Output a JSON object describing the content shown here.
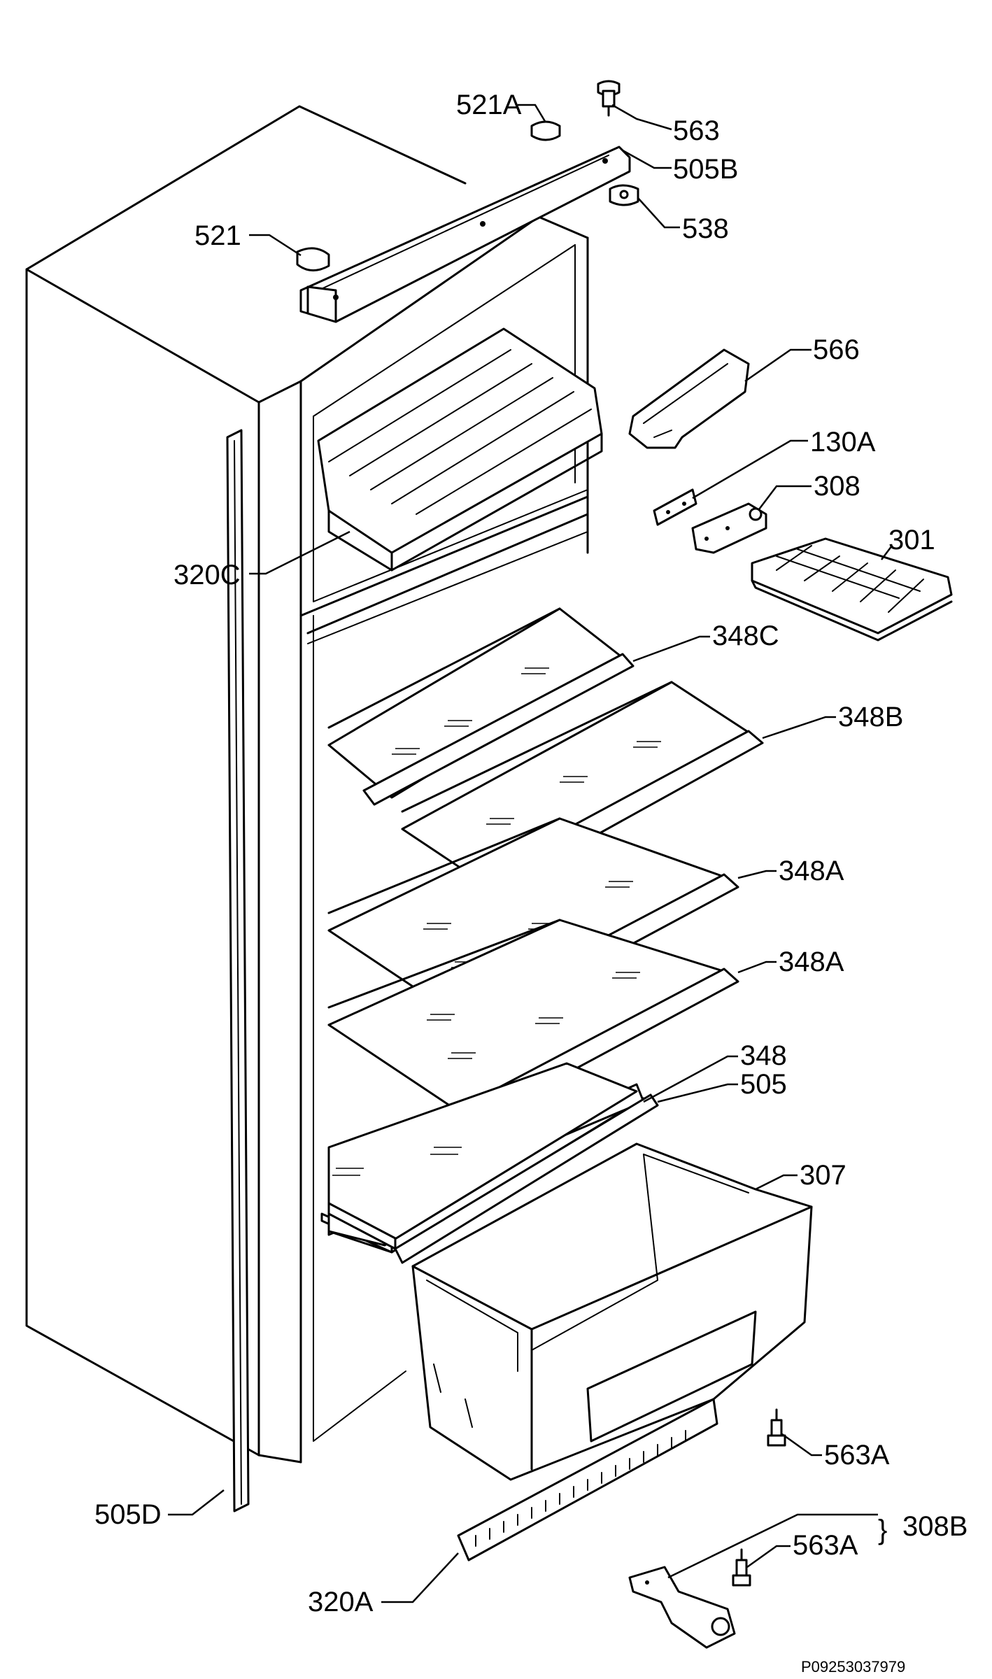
{
  "labels": {
    "l521A": "521A",
    "l563": "563",
    "l505B": "505B",
    "l538": "538",
    "l521": "521",
    "l566": "566",
    "l130A": "130A",
    "l308": "308",
    "l301": "301",
    "l320C": "320C",
    "l348C": "348C",
    "l348B": "348B",
    "l348A_1": "348A",
    "l348A_2": "348A",
    "l348": "348",
    "l505": "505",
    "l307": "307",
    "l563A_1": "563A",
    "l563A_2": "563A",
    "l308B": "308B",
    "l505D": "505D",
    "l320A": "320A"
  },
  "brace": "}",
  "drawing_code": "P09253037979"
}
